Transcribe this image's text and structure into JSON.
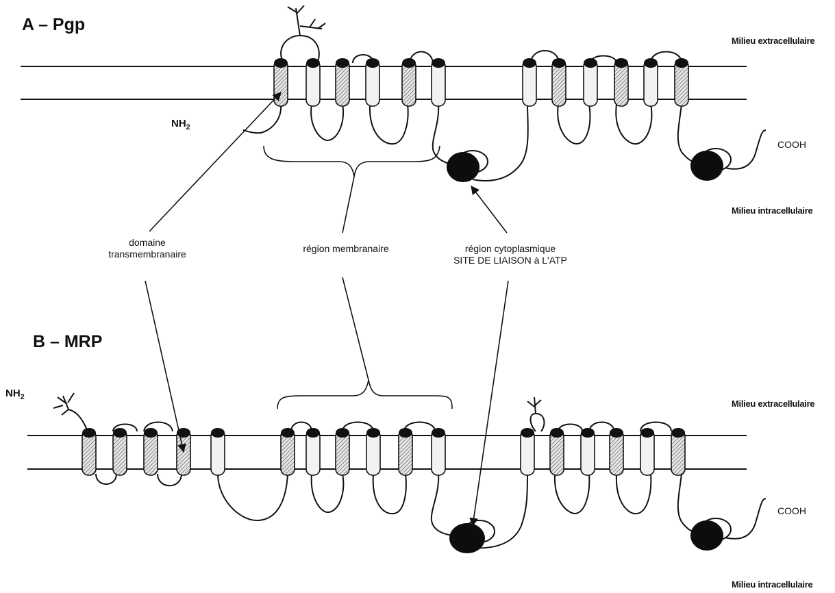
{
  "panel_a": {
    "title": "A – Pgp",
    "n_terminus_main": "NH",
    "n_terminus_sub": "2",
    "c_terminus": "COOH",
    "extracellular": "Milieu extracellulaire",
    "intracellular": "Milieu intracellulaire"
  },
  "panel_b": {
    "title": "B – MRP",
    "n_terminus_main": "NH",
    "n_terminus_sub": "2",
    "c_terminus": "COOH",
    "extracellular": "Milieu extracellulaire",
    "intracellular": "Milieu intracellulaire"
  },
  "annotations": {
    "transmembrane_line1": "domaine",
    "transmembrane_line2": "transmembranaire",
    "membrane_region": "région membranaire",
    "cytoplasmic_line1": "région cytoplasmique",
    "cytoplasmic_line2": "SITE DE LIAISON à L'ATP"
  },
  "colors": {
    "ink": "#111111",
    "helix_fill": "#f2f2f2",
    "hatched_helix": "#cfcfcf",
    "atp_site": "#0d0d0d"
  }
}
